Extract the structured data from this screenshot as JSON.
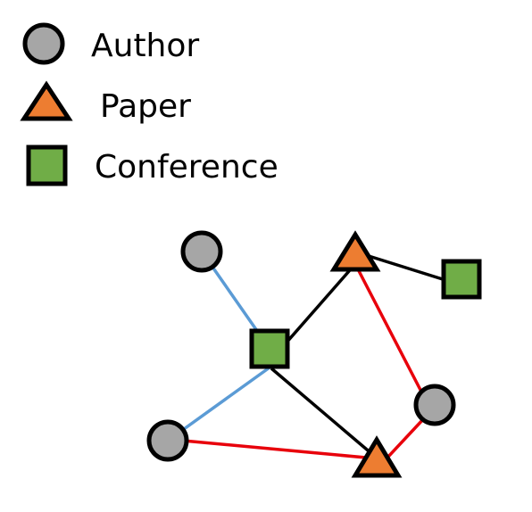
{
  "legend": {
    "author_label": "Author",
    "paper_label": "Paper",
    "conference_label": "Conference"
  },
  "node_types": {
    "author": {
      "shape": "circle",
      "fill": "#a6a6a6"
    },
    "paper": {
      "shape": "triangle",
      "fill": "#ed7d31"
    },
    "conference": {
      "shape": "square",
      "fill": "#70ad47"
    }
  },
  "edge_colors": {
    "blue": "#5b9bd5",
    "black": "#000000",
    "red": "#e8000b"
  },
  "graph": {
    "nodes": [
      {
        "id": "author-1",
        "type": "author"
      },
      {
        "id": "author-2",
        "type": "author"
      },
      {
        "id": "author-3",
        "type": "author"
      },
      {
        "id": "paper-1",
        "type": "paper"
      },
      {
        "id": "paper-2",
        "type": "paper"
      },
      {
        "id": "conference-1",
        "type": "conference"
      },
      {
        "id": "conference-2",
        "type": "conference"
      }
    ],
    "edges": [
      {
        "from": "author-1",
        "to": "conference-1",
        "color": "blue"
      },
      {
        "from": "author-2",
        "to": "conference-1",
        "color": "blue"
      },
      {
        "from": "conference-1",
        "to": "paper-1",
        "color": "black"
      },
      {
        "from": "paper-1",
        "to": "conference-2",
        "color": "black"
      },
      {
        "from": "conference-1",
        "to": "paper-2",
        "color": "black"
      },
      {
        "from": "paper-1",
        "to": "author-3",
        "color": "red"
      },
      {
        "from": "author-3",
        "to": "paper-2",
        "color": "red"
      },
      {
        "from": "author-2",
        "to": "paper-2",
        "color": "red"
      }
    ]
  }
}
